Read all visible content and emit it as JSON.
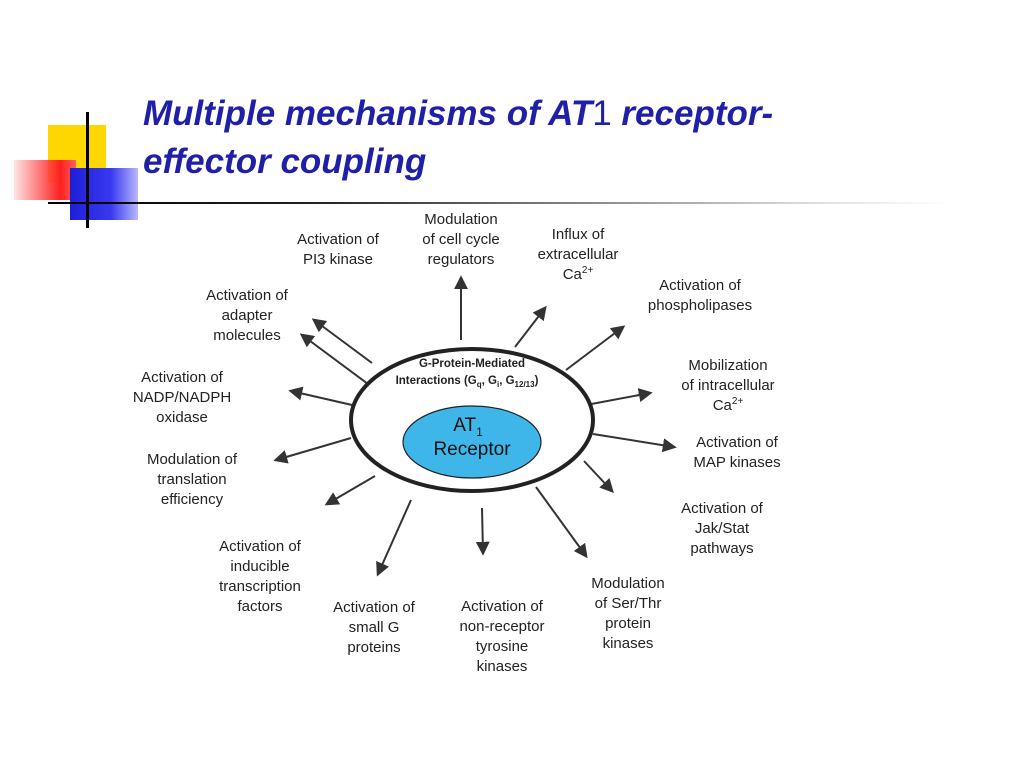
{
  "title": {
    "line1_prefix": "Multiple mechanisms of AT",
    "line1_number": "1",
    "line1_suffix": " receptor-",
    "line2": "effector coupling"
  },
  "center": {
    "outer_label_line1": "G-Protein-Mediated",
    "outer_label_line2": "Interactions (G",
    "outer_sub_q": "q",
    "outer_sep1": ", G",
    "outer_sub_i": "i",
    "outer_sep2": ", G",
    "outer_sub_1213": "12/13",
    "outer_close": ")",
    "inner_line1": "AT",
    "inner_sub": "1",
    "inner_line2": "Receptor",
    "outer_fill": "#ffffff",
    "inner_fill": "#3fb6ea"
  },
  "effects": {
    "pi3": "Activation of\nPI3 kinase",
    "cell_cycle": "Modulation\nof cell cycle\nregulators",
    "influx_text": "Influx of\nextracellular\nCa",
    "influx_sup": "2+",
    "phospholipases": "Activation of\nphospholipases",
    "mobilization_text": "Mobilization\nof intracellular\nCa",
    "mobilization_sup": "2+",
    "map_kinases": "Activation of\nMAP kinases",
    "jak_stat": "Activation of\nJak/Stat\npathways",
    "ser_thr": "Modulation\nof Ser/Thr\nprotein\nkinases",
    "non_receptor": "Activation of\nnon-receptor\ntyrosine\nkinases",
    "small_g": "Activation of\nsmall G\nproteins",
    "transcription": "Activation of\ninducible\ntranscription\nfactors",
    "translation": "Modulation of\ntranslation\nefficiency",
    "nadph": "Activation of\nNADP/NADPH\noxidase",
    "adapter": "Activation of\nadapter\nmolecules"
  },
  "colors": {
    "title": "#1f1fa8",
    "arrow": "#333333"
  }
}
